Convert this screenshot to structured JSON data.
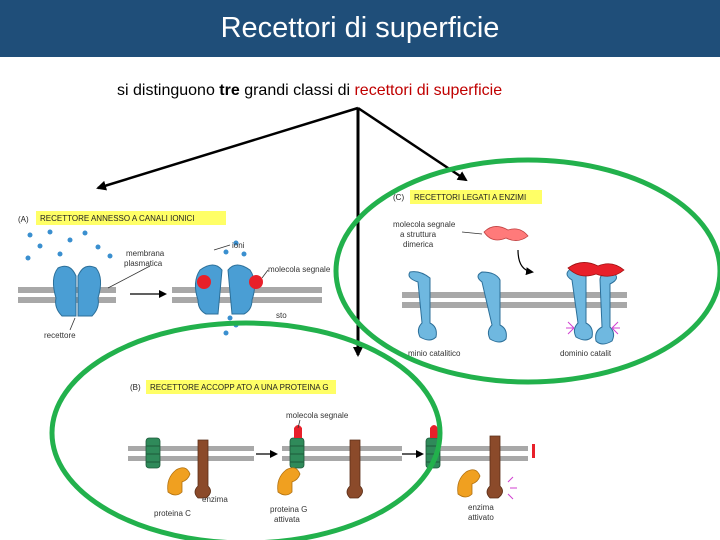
{
  "title": "Recettori di superficie",
  "subtitle": {
    "part1": "si distinguono ",
    "emph": "tre",
    "part2": " grandi classi di ",
    "highlight": "recettori di superficie"
  },
  "panels": {
    "a": {
      "letter": "(A)",
      "header": "RECETTORE ANNESSO A CANALI IONICI",
      "labels": {
        "membrane": "membrana",
        "membrane2": "plasmatica",
        "ions": "ioni",
        "signal": "molecola segnale",
        "receptor": "recettore",
        "cutoff": "sto"
      }
    },
    "c": {
      "letter": "(C)",
      "header": "RECETTORI LEGATI A ENZIMI",
      "labels": {
        "signal1": "molecola segnale",
        "signal2": "a struttura",
        "signal3": "dimerica",
        "domain_left": "minio catalitico",
        "domain_right": "dominio catalit"
      }
    },
    "b": {
      "letter": "(B)",
      "header": "RECETTORE ACCOPP ATO A UNA PROTEINA G",
      "labels": {
        "signal": "molecola segnale",
        "enzyme": "enzima",
        "protein_c": "proteina C",
        "protein_g1": "proteina G",
        "protein_g2": "attivata",
        "enzyme_active1": "enzima",
        "enzyme_active2": "attivato"
      }
    }
  },
  "colors": {
    "title_bg": "#1f4e79",
    "highlight": "#c00000",
    "arrow": "#000000",
    "ellipse": "#22b14c",
    "label_bg": "#ffff66"
  }
}
